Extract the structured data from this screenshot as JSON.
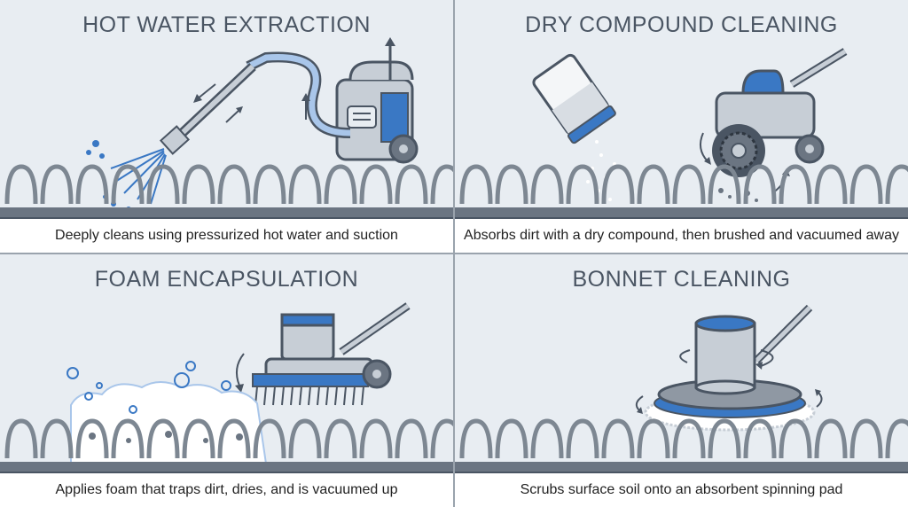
{
  "panels": [
    {
      "title": "HOT WATER EXTRACTION",
      "caption": "Deeply cleans using pressurized hot water and suction"
    },
    {
      "title": "DRY COMPOUND CLEANING",
      "caption": "Absorbs dirt with a dry compound, then brushed and vacuumed away"
    },
    {
      "title": "FOAM ENCAPSULATION",
      "caption": "Applies foam that traps dirt, dries, and is vacuumed up"
    },
    {
      "title": "BONNET CLEANING",
      "caption": "Scrubs surface soil onto an absorbent spinning pad"
    }
  ],
  "colors": {
    "blue": "#3a78c4",
    "gray_dark": "#4a5563",
    "gray_mid": "#8f98a3",
    "gray_light": "#c7ced6",
    "background": "#e8edf2"
  }
}
